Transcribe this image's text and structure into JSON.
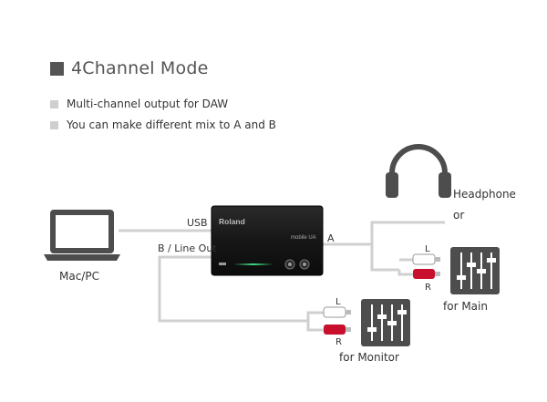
{
  "title": "4Channel Mode",
  "bullets": [
    "Multi-channel output for DAW",
    "You can make different mix to A and B"
  ],
  "labels": {
    "usb": "USB",
    "b_line_out": "B / Line Out",
    "a": "A",
    "mac_pc": "Mac/PC",
    "headphone": "Headphone",
    "or": "or",
    "for_main": "for Main",
    "for_monitor": "for Monitor",
    "l": "L",
    "r": "R"
  },
  "device": {
    "brand": "Roland",
    "model": "mobile UA"
  },
  "colors": {
    "cable": "#d0d0d0",
    "device_body": "#1a1a1a",
    "mixer": "#4d4d4d",
    "r_plug": "#c8102e",
    "l_plug": "#ffffff",
    "title": "#555555",
    "led": "#3ddc84"
  }
}
